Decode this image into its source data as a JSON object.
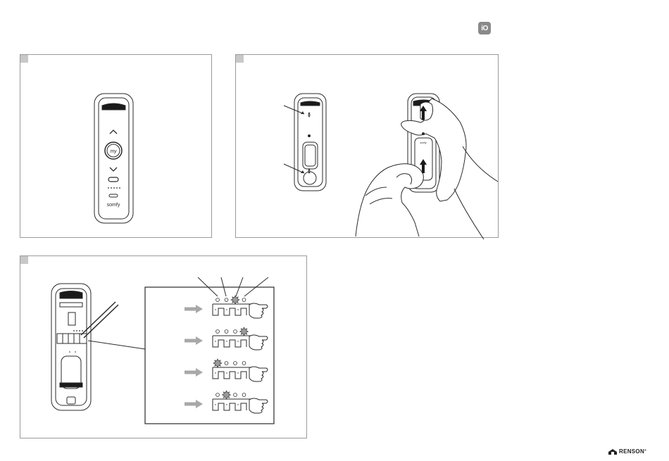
{
  "header": {
    "protocol_badge": "iO"
  },
  "steps": [
    {
      "id": 1,
      "illustration": "remote-front-view"
    },
    {
      "id": 2,
      "illustration": "remote-open-back-slide"
    },
    {
      "id": 3,
      "illustration": "channel-selection-leds"
    }
  ],
  "remote": {
    "button_label": "my",
    "logo_text": "somfy"
  },
  "channel_sequence": [
    {
      "row": 1,
      "active_led": 3
    },
    {
      "row": 2,
      "active_led": 4
    },
    {
      "row": 3,
      "active_led": 1
    },
    {
      "row": 4,
      "active_led": 2
    }
  ],
  "footer": {
    "brand": "RENSON",
    "trademark": "®"
  },
  "colors": {
    "line": "#2a2a2a",
    "arrow": "#a8a8a8",
    "marker": "#c8c8c8",
    "badge": "#8a8a8a"
  }
}
